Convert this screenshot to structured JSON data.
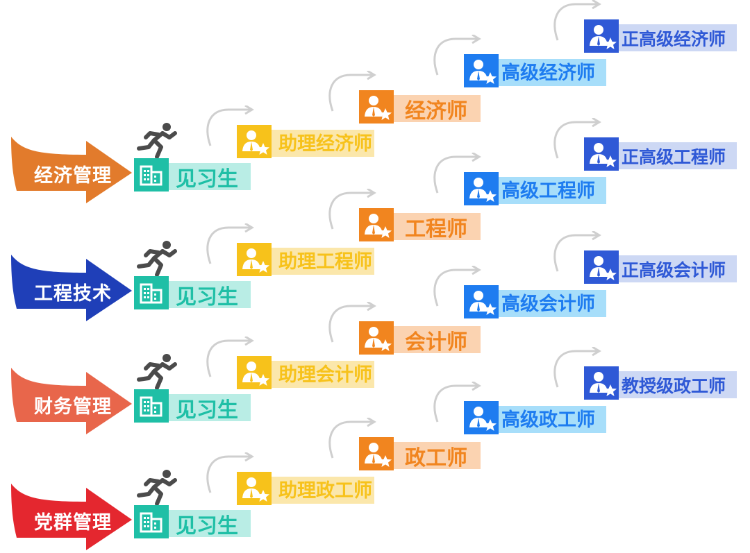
{
  "colors": {
    "trainee": "#1fbfa6",
    "trainee_bar": "#b9ede5",
    "assistant": "#f7c21b",
    "assistant_bar": "#fbe7ab",
    "mid": "#f1851f",
    "mid_bar": "#fbd3b1",
    "senior": "#1e7cf0",
    "senior_bar": "#a7defa",
    "top": "#2f59d6",
    "top_bar": "#cdd8f4",
    "loop_arrow": "#cfcfcf",
    "runner": "#4b4b4b"
  },
  "tracks": [
    {
      "category": "经济管理",
      "category_color": "#e27b2c",
      "levels": [
        "见习生",
        "助理经济师",
        "经济师",
        "高级经济师",
        "正高级经济师"
      ]
    },
    {
      "category": "工程技术",
      "category_color": "#1f3fb8",
      "levels": [
        "见习生",
        "助理工程师",
        "工程师",
        "高级工程师",
        "正高级工程师"
      ]
    },
    {
      "category": "财务管理",
      "category_color": "#e8664b",
      "levels": [
        "见习生",
        "助理会计师",
        "会计师",
        "高级会计师",
        "正高级会计师"
      ]
    },
    {
      "category": "党群管理",
      "category_color": "#e4272f",
      "levels": [
        "见习生",
        "助理政工师",
        "政工师",
        "高级政工师",
        "教授级政工师"
      ]
    }
  ]
}
